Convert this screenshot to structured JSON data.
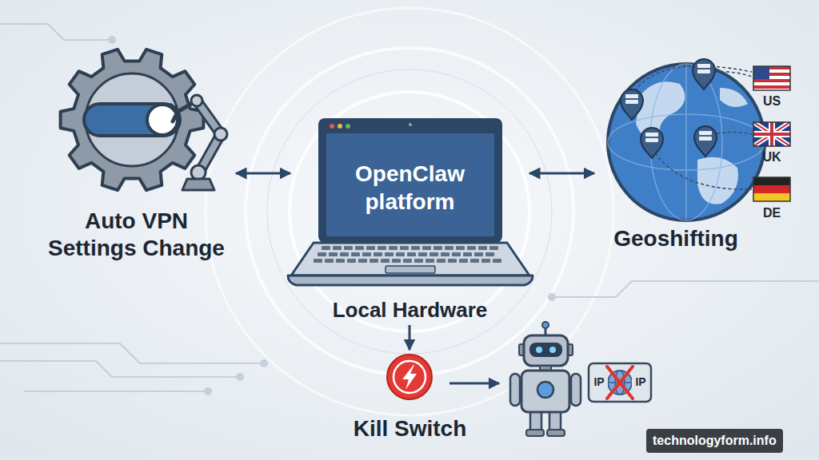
{
  "diagram": {
    "nodes": [
      {
        "text": [
          "Auto VPN Settings Change"
        ]
      },
      {
        "text": [
          "OpenClaw platform",
          "Local Hardware"
        ]
      },
      {
        "text": [
          "Geoshifting"
        ]
      },
      {
        "text": [
          "Kill Switch"
        ]
      },
      {
        "text": [
          "IP",
          "IP"
        ]
      }
    ],
    "edges": [
      {
        "from": 0,
        "to": 1,
        "arrow": "both"
      },
      {
        "from": 1,
        "to": 2,
        "arrow": "both"
      },
      {
        "from": 1,
        "to": 3,
        "arrow": "to"
      }
    ],
    "labels": [
      "US",
      "UK",
      "DE",
      "technologyform.info"
    ]
  }
}
